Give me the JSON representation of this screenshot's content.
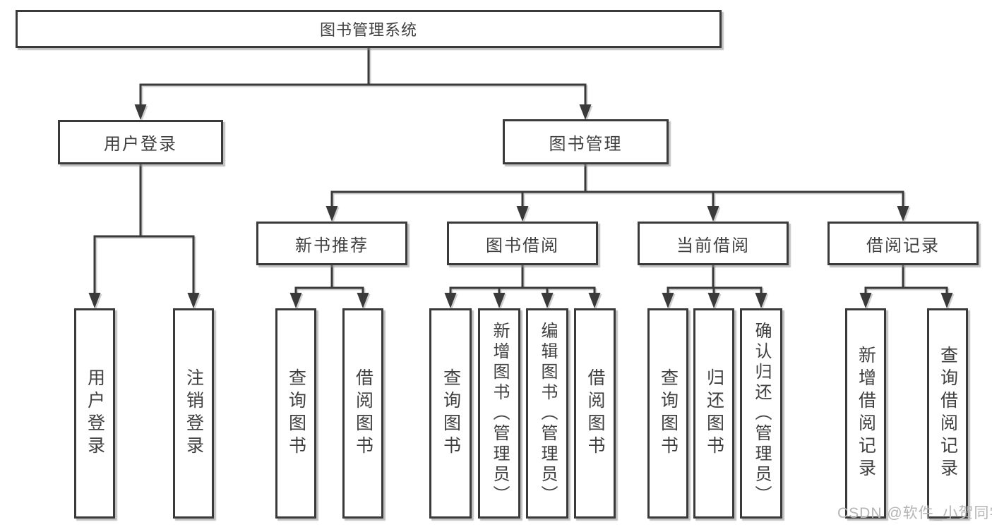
{
  "diagram": {
    "root": {
      "label": "图书管理系统"
    },
    "branches": [
      {
        "label": "用户登录",
        "children": [
          {
            "label": "用户登录"
          },
          {
            "label": "注销登录"
          }
        ]
      },
      {
        "label": "图书管理",
        "children": [
          {
            "label": "新书推荐",
            "children": [
              {
                "label": "查询图书"
              },
              {
                "label": "借阅图书"
              }
            ]
          },
          {
            "label": "图书借阅",
            "children": [
              {
                "label": "查询图书"
              },
              {
                "label": "新增图书（管理员）"
              },
              {
                "label": "编辑图书（管理员）"
              },
              {
                "label": "借阅图书"
              }
            ]
          },
          {
            "label": "当前借阅",
            "children": [
              {
                "label": "查询图书"
              },
              {
                "label": "归还图书"
              },
              {
                "label": "确认归还（管理员）"
              }
            ]
          },
          {
            "label": "借阅记录",
            "children": [
              {
                "label": "新增借阅记录"
              },
              {
                "label": "查询借阅记录"
              }
            ]
          }
        ]
      }
    ]
  },
  "watermark": {
    "text": "CSDN @软件_小贺同学"
  },
  "colors": {
    "line": "#3a3a3a",
    "text": "#3f3f3f",
    "watermark": "#b5b5b5",
    "background": "#ffffff"
  }
}
